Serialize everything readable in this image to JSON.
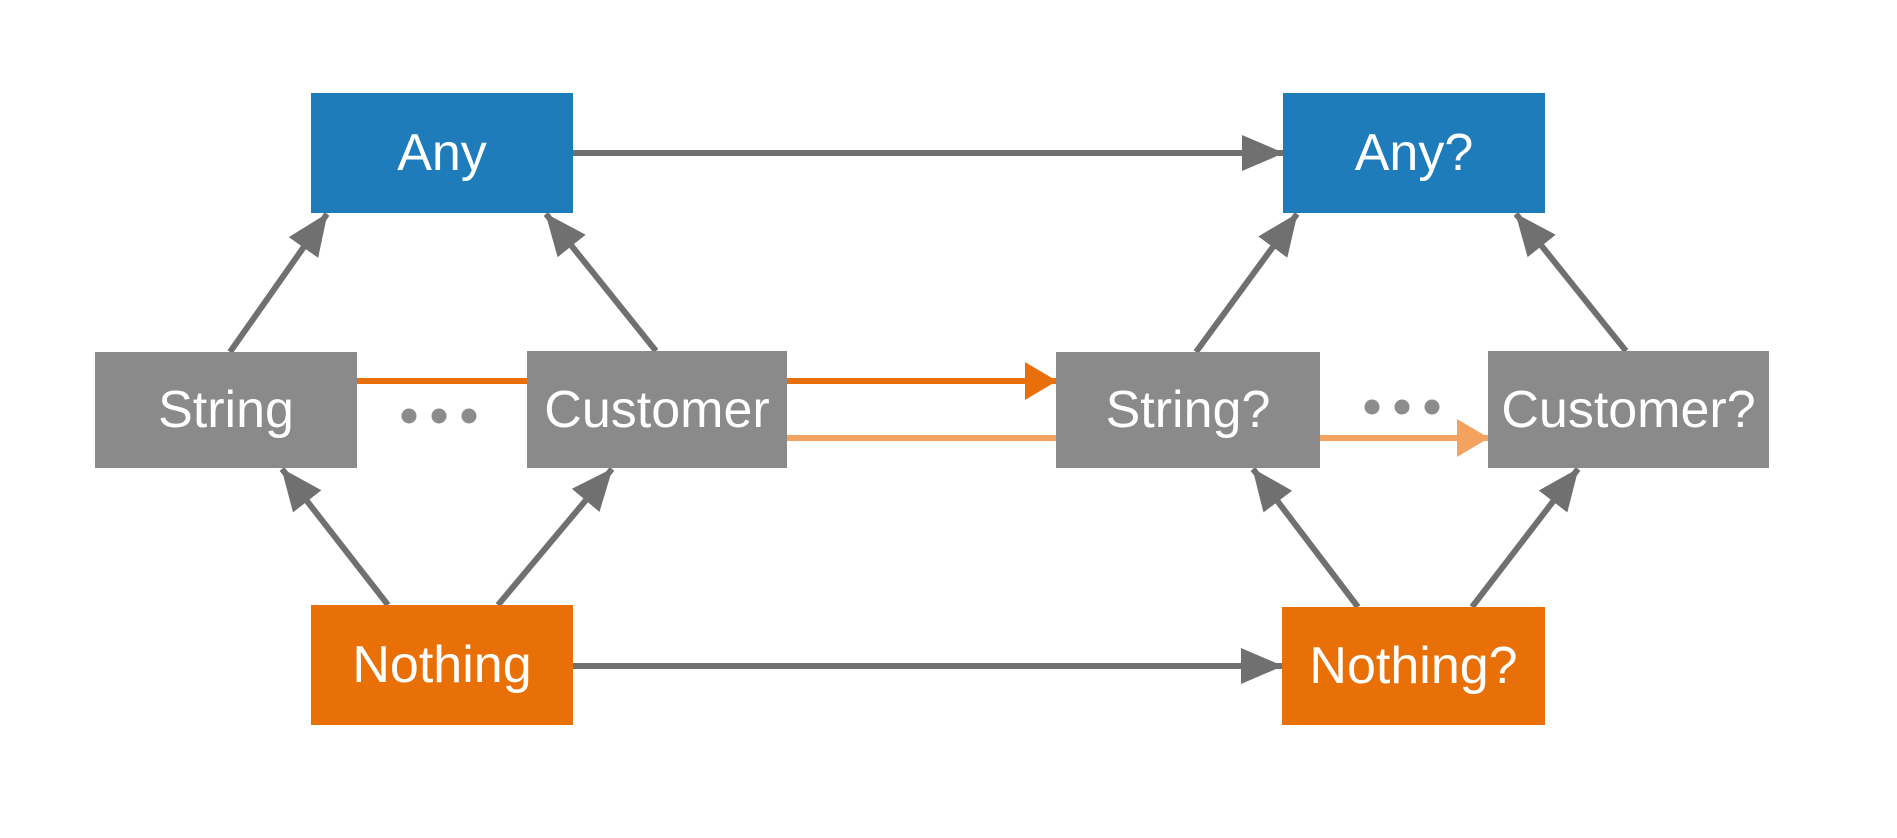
{
  "diagram": {
    "kind": "type-hierarchy",
    "ellipsis_left": "• • •",
    "ellipsis_right": "• • •"
  },
  "nodes": [
    {
      "id": "any",
      "label": "Any",
      "color": "#1f7cba"
    },
    {
      "id": "any-nullable",
      "label": "Any?",
      "color": "#1f7cba"
    },
    {
      "id": "string",
      "label": "String",
      "color": "#8a8a8a"
    },
    {
      "id": "customer",
      "label": "Customer",
      "color": "#8a8a8a"
    },
    {
      "id": "string-nullable",
      "label": "String?",
      "color": "#8a8a8a"
    },
    {
      "id": "customer-nullable",
      "label": "Customer?",
      "color": "#8a8a8a"
    },
    {
      "id": "nothing",
      "label": "Nothing",
      "color": "#e97006"
    },
    {
      "id": "nothing-nullable",
      "label": "Nothing?",
      "color": "#e97006"
    }
  ],
  "edges": [
    {
      "from": "String",
      "to": "Any",
      "style": "gray-diagonal"
    },
    {
      "from": "Customer",
      "to": "Any",
      "style": "gray-diagonal"
    },
    {
      "from": "Nothing",
      "to": "String",
      "style": "gray-diagonal"
    },
    {
      "from": "Nothing",
      "to": "Customer",
      "style": "gray-diagonal"
    },
    {
      "from": "String?",
      "to": "Any?",
      "style": "gray-diagonal"
    },
    {
      "from": "Customer?",
      "to": "Any?",
      "style": "gray-diagonal"
    },
    {
      "from": "Nothing?",
      "to": "String?",
      "style": "gray-diagonal"
    },
    {
      "from": "Nothing?",
      "to": "Customer?",
      "style": "gray-diagonal"
    },
    {
      "from": "Any",
      "to": "Any?",
      "style": "gray-horizontal"
    },
    {
      "from": "Nothing",
      "to": "Nothing?",
      "style": "gray-horizontal"
    },
    {
      "from": "String",
      "to": "String?",
      "style": "orange-dark",
      "note": "passes behind Customer"
    },
    {
      "from": "Customer",
      "to": "Customer?",
      "style": "orange-light",
      "note": "passes behind String?"
    }
  ],
  "colors": {
    "background": "#ffffff",
    "blue_box": "#1f7cba",
    "gray_box": "#8a8a8a",
    "orange_box": "#e97006",
    "gray_arrow": "#707070",
    "orange_arrow_dark": "#e86f0a",
    "orange_arrow_light": "#f3a25f",
    "ellipsis_dots": "#8c8c8c",
    "label_text": "#ffffff"
  }
}
